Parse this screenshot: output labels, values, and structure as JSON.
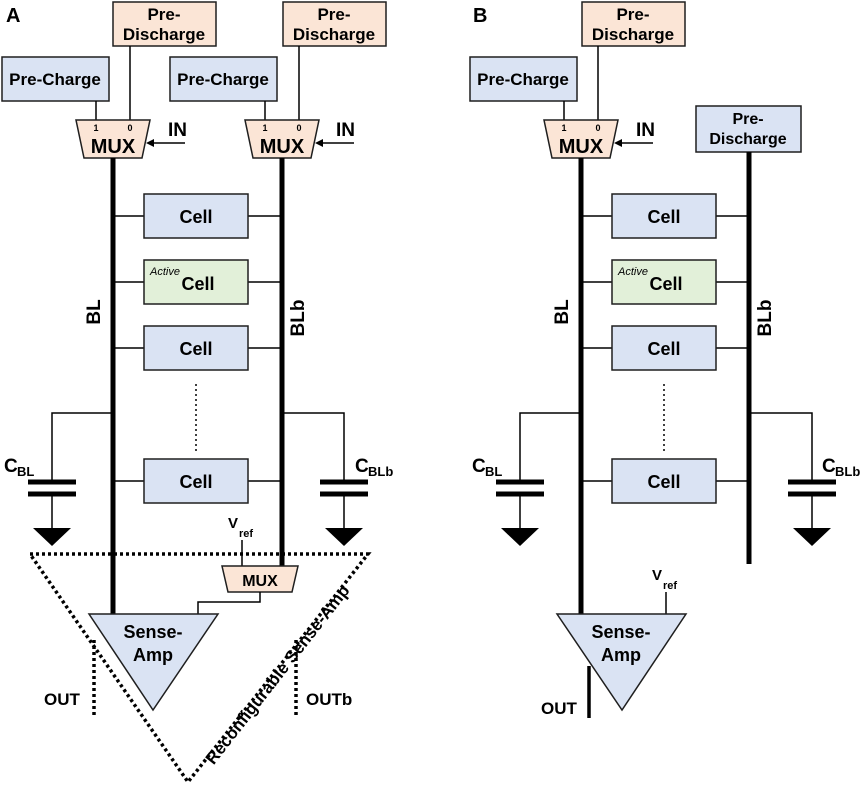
{
  "panel_a": {
    "panel_label": "A",
    "left_precharge": "Pre-Charge",
    "left_predischarge_line1": "Pre-",
    "left_predischarge_line2": "Discharge",
    "right_precharge": "Pre-Charge",
    "right_predischarge_line1": "Pre-",
    "right_predischarge_line2": "Discharge",
    "mux": "MUX",
    "mux_in1": "1",
    "mux_in0": "0",
    "in_label": "IN",
    "bl_label": "BL",
    "blb_label": "BLb",
    "cell": "Cell",
    "active_prefix": "Active",
    "cbl_main": "C",
    "cbl_sub": "BL",
    "cblb_main": "C",
    "cblb_sub": "BLb",
    "vref_main": "V",
    "vref_sub": "ref",
    "sense_line1": "Sense-",
    "sense_line2": "Amp",
    "out_label": "OUT",
    "outb_label": "OUTb",
    "reconfig_label": "Reconfigurable Sense-Amp"
  },
  "panel_b": {
    "panel_label": "B",
    "precharge": "Pre-Charge",
    "predischarge_top_line1": "Pre-",
    "predischarge_top_line2": "Discharge",
    "predischarge_right_line1": "Pre-",
    "predischarge_right_line2": "Discharge",
    "mux": "MUX",
    "mux_in1": "1",
    "mux_in0": "0",
    "in_label": "IN",
    "bl_label": "BL",
    "blb_label": "BLb",
    "cell": "Cell",
    "active_prefix": "Active",
    "cbl_main": "C",
    "cbl_sub": "BL",
    "cblb_main": "C",
    "cblb_sub": "BLb",
    "vref_main": "V",
    "vref_sub": "ref",
    "sense_line1": "Sense-",
    "sense_line2": "Amp",
    "out_label": "OUT"
  },
  "colors": {
    "blue_box": "#dae3f3",
    "peach_box": "#fbe5d6",
    "green_box": "#e2f0d9"
  }
}
